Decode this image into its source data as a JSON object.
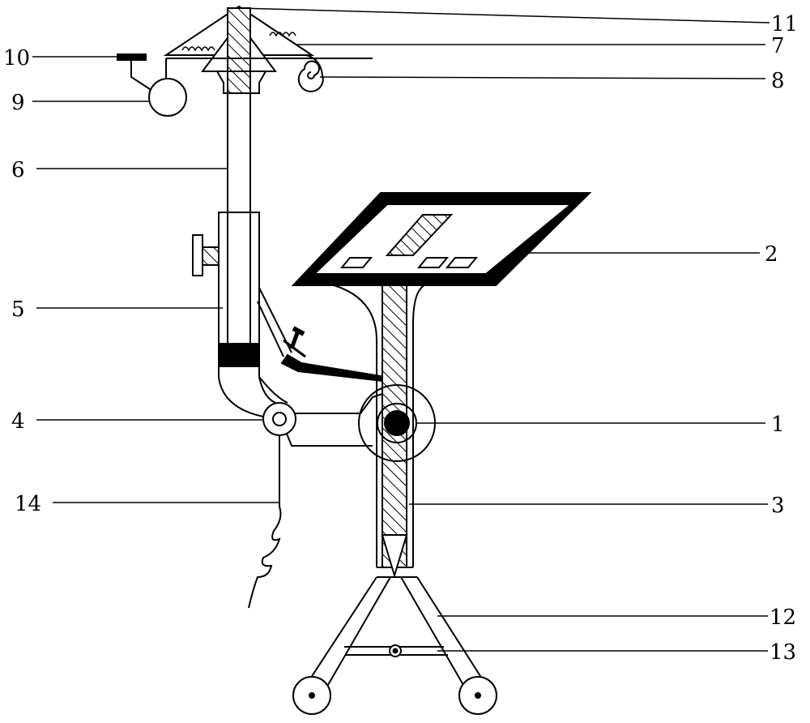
{
  "figure": {
    "type": "patent-line-drawing",
    "stroke_color": "#000000",
    "background": "#ffffff",
    "hatch_pattern": "diagonal"
  },
  "callouts": {
    "c1": "1",
    "c2": "2",
    "c3": "3",
    "c4": "4",
    "c5": "5",
    "c6": "6",
    "c7": "7",
    "c8": "8",
    "c9": "9",
    "c10": "10",
    "c11": "11",
    "c12": "12",
    "c13": "13",
    "c14": "14"
  }
}
